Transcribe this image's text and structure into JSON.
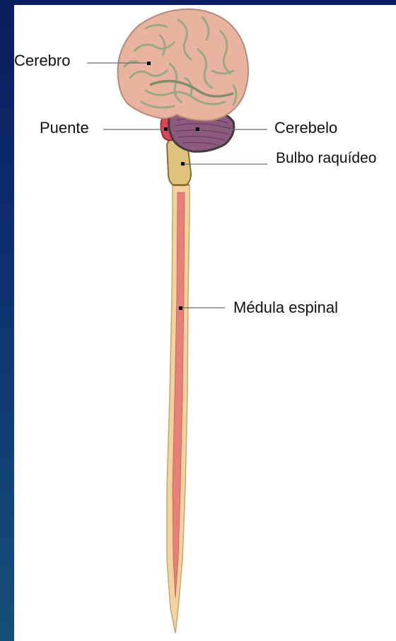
{
  "labels": {
    "cerebro": "Cerebro",
    "puente": "Puente",
    "cerebelo": "Cerebelo",
    "bulbo": "Bulbo raquídeo",
    "medula": "Médula espinal"
  },
  "colors": {
    "background_top": "#0b1d5e",
    "background_bottom": "#155078",
    "panel": "#ffffff",
    "brain": "#e8b4a0",
    "brain_sulci": "#9aa884",
    "cerebellum": "#8c5a7e",
    "pons": "#d8465a",
    "medulla": "#e0c27a",
    "cord_outer": "#f2d39e",
    "cord_inner": "#e8807a"
  }
}
